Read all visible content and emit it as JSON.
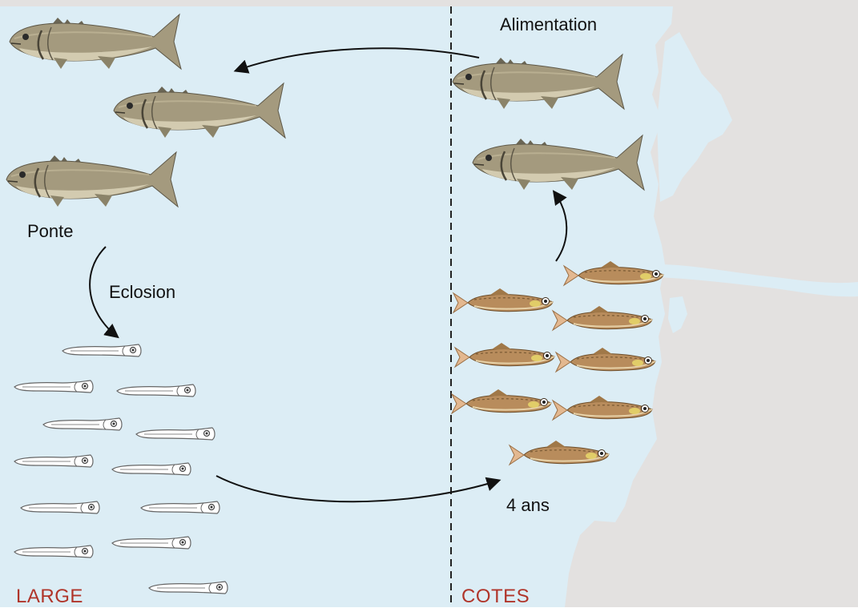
{
  "labels": {
    "alimentation": "Alimentation",
    "ponte": "Ponte",
    "eclosion": "Eclosion",
    "age": "4 ans",
    "zone_left": "LARGE",
    "zone_right": "COTES"
  },
  "colors": {
    "sea": "#dcedf5",
    "land": "#e3e1e0",
    "zone_label": "#b0352a",
    "arrow": "#111111",
    "adult_fish": "#9a9076",
    "juvenile_fish": "#b58a5a"
  }
}
